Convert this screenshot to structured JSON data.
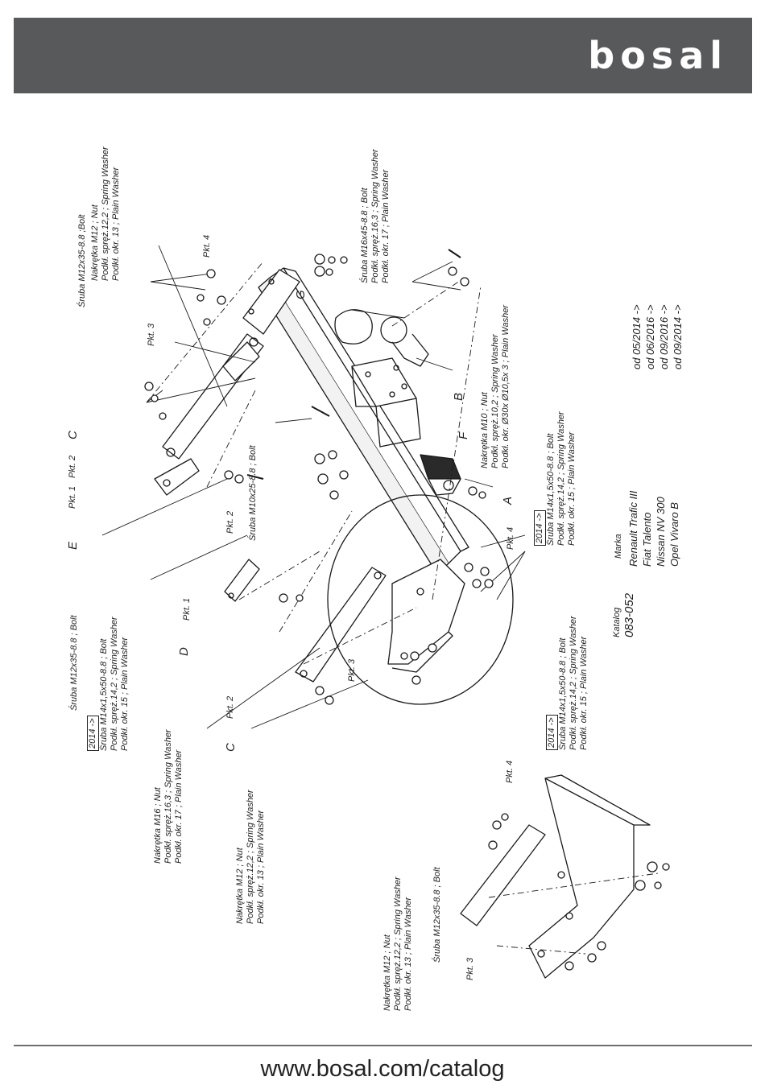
{
  "header": {
    "logo": "bosal"
  },
  "footer": {
    "url": "www.bosal.com/catalog"
  },
  "labels": {
    "m12x35_top": "Śruba M12x35-8.8 ;Bolt",
    "m12_nut_top": [
      "Nakrętka  M12 ; Nut",
      "Podkł. spręż.12,2 ; Spring Washer",
      "Podkł. okr. 13 ; Plain Washer"
    ],
    "m16x45": [
      "Śruba M16x45-8.8 ; Bolt",
      "Podkł. spręż.16,3 ; Spring Washer",
      "Podkł. okr. 17 ; Plain Washer"
    ],
    "m10x25": "Śruba M10x25-8.8 ;  Bolt",
    "m10_nut": [
      "Nakrętka  M10 ; Nut",
      "Podkł. spręż.10,2 ; Spring Washer",
      "Podkł. okr.  Ø30x Ø10,5x 3 ; Plain Washer"
    ],
    "m14_right_box": "2014 ->",
    "m14_right": [
      "Śruba M14x1,5x50-8.8 ;  Bolt",
      "Podkł. spręż.14,2 ; Spring Washer",
      "Podkł. okr. 15 ; Plain Washer"
    ],
    "m12x35_left": "Śruba M12x35-8.8 ;  Bolt",
    "m14_left_box": "2014 ->",
    "m14_left": [
      "Śruba M14x1,5x50-8.8 ;  Bolt",
      "Podkł. spręż.14,2 ; Spring Washer",
      "Podkł. okr. 15 ; Plain Washer"
    ],
    "m16_nut": [
      "Nakrętka  M16 ; Nut",
      "Podkł. spręż.16,3 ; Spring Washer",
      "Podkł. okr. 17 ; Plain Washer"
    ],
    "m12_nut_mid": [
      "Nakrętka  M12 ; Nut",
      "Podkł. spręż.12,2 ; Spring Washer",
      "Podkł. okr. 13 ; Plain Washer"
    ],
    "m12_nut_bottom": [
      "Nakrętka  M12 ; Nut",
      "Podkł. spręż.12,2 ; Spring Washer",
      "Podkł. okr. 13 ; Plain Washer"
    ],
    "m12x35_bottom": "Śruba M12x35-8.8 ; Bolt",
    "m14_bottom_box": "2014 ->",
    "m14_bottom": [
      "Śruba M14x1,5x50-8.8 ;  Bolt",
      "Podkł. spręż.14,2 ; Spring Washer",
      "Podkł. okr. 15 ; Plain Washer"
    ]
  },
  "letters": {
    "A": "A",
    "B": "B",
    "C": "C",
    "D": "D",
    "E": "E",
    "F": "F",
    "G": "G"
  },
  "points": {
    "pkt1": "Pkt. 1",
    "pkt2": "Pkt. 2",
    "pkt3": "Pkt. 3",
    "pkt4": "Pkt. 4"
  },
  "catalog": {
    "label": "Katalog",
    "number": "083-052"
  },
  "brands": {
    "label": "Marka",
    "items": [
      "Renault Trafic III",
      "Fiat Talento",
      "Nissan NV 300",
      "Opel Vivaro B"
    ],
    "dates": [
      "od 05/2014 ->",
      "od 06/2016 ->",
      "od 09/2016 ->",
      "od 09/2014 ->"
    ]
  },
  "colors": {
    "header": "#58595b",
    "line": "#1a1a1a",
    "rule": "#6d6e70"
  }
}
